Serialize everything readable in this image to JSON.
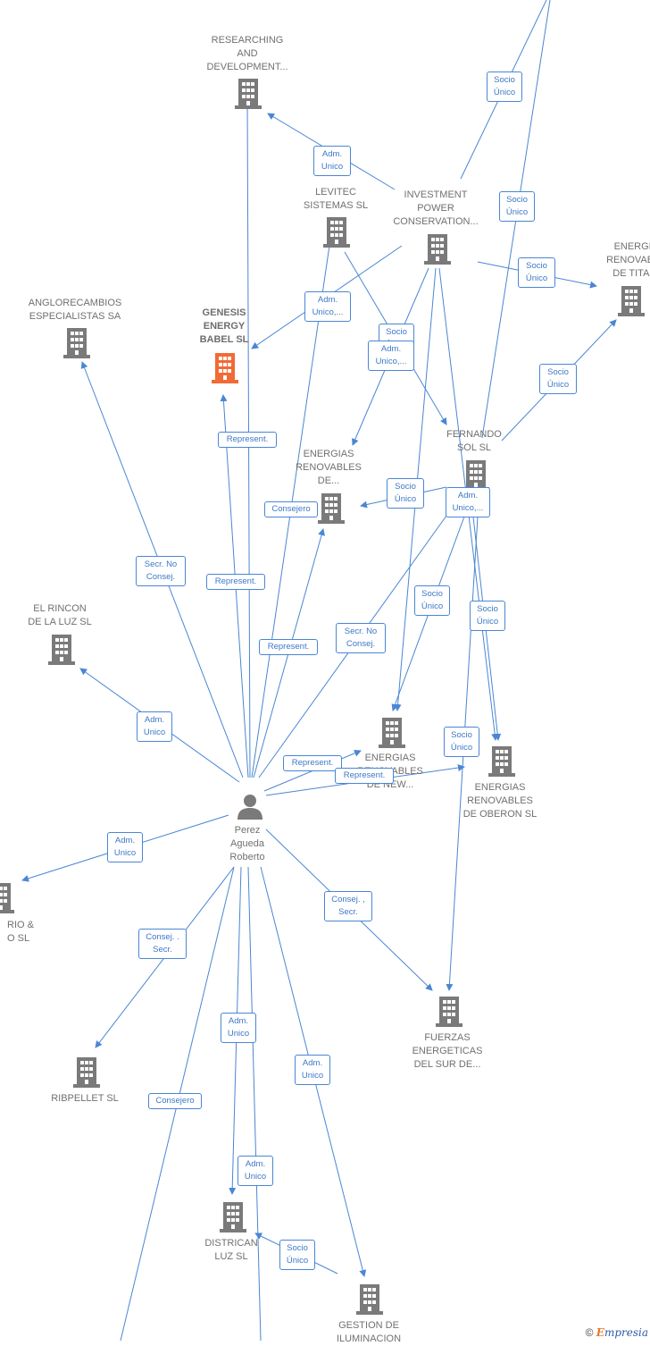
{
  "nodes": {
    "researching": {
      "label": "RESEARCHING\nAND\nDEVELOPMENT..."
    },
    "levitec": {
      "label": "LEVITEC\nSISTEMAS  SL"
    },
    "investment": {
      "label": "INVESTMENT\nPOWER\nCONSERVATION..."
    },
    "titania": {
      "label": "ENERGIAS\nRENOVABLES\nDE TITANIA"
    },
    "anglorecambios": {
      "label": "ANGLORECAMBIOS\nESPECIALISTAS SA"
    },
    "genesis": {
      "label": "GENESIS\nENERGY\nBABEL  SL"
    },
    "energias_de": {
      "label": "ENERGIAS\nRENOVABLES\nDE..."
    },
    "fernando": {
      "label": "FERNANDO\nSOL SL"
    },
    "el_rincon": {
      "label": "EL RINCON\nDE LA LUZ SL"
    },
    "energias_new": {
      "label": "ENERGIAS\nRENOVABLES\nDE NEW..."
    },
    "oberon": {
      "label": "ENERGIAS\nRENOVABLES\nDE OBERON  SL"
    },
    "perez": {
      "label": "Perez\nAgueda\nRoberto"
    },
    "rio": {
      "label": "RIO &\nO  SL"
    },
    "ribpellet": {
      "label": "RIBPELLET SL"
    },
    "fuerzas": {
      "label": "FUERZAS\nENERGETICAS\nDEL SUR DE..."
    },
    "districan": {
      "label": "DISTRICAN\nLUZ SL"
    },
    "gestion": {
      "label": "GESTION DE\nILUMINACION"
    }
  },
  "edge_labels": [
    "Socio\nÚnico",
    "Socio\nÚnico",
    "Adm.\nUnico",
    "Socio\nÚnico",
    "Adm.\nUnico,...",
    "Socio\nÚnico",
    "Adm.\nUnico,...",
    "Socio\nÚnico",
    "Represent.",
    "Consejero",
    "Socio\nÚnico",
    "Adm.\nUnico,...",
    "Secr.  No\nConsej.",
    "Represent.",
    "Socio\nÚnico",
    "Socio\nÚnico",
    "Represent.",
    "Secr.  No\nConsej.",
    "Adm.\nUnico",
    "Socio\nÚnico",
    "Represent.",
    "Represent.",
    "Adm.\nUnico",
    "Consej. ,\nSecr.",
    "Consej. .\nSecr.",
    "Adm.\nUnico",
    "Adm.\nUnico",
    "Consejero",
    "Adm.\nUnico",
    "Socio\nÚnico"
  ],
  "footer": {
    "copyright": "©",
    "brand_first": "E",
    "brand_rest": "mpresia"
  },
  "colors": {
    "edge": "#4a86d4",
    "building": "#7a7a7a",
    "focus_building": "#f26a35"
  }
}
